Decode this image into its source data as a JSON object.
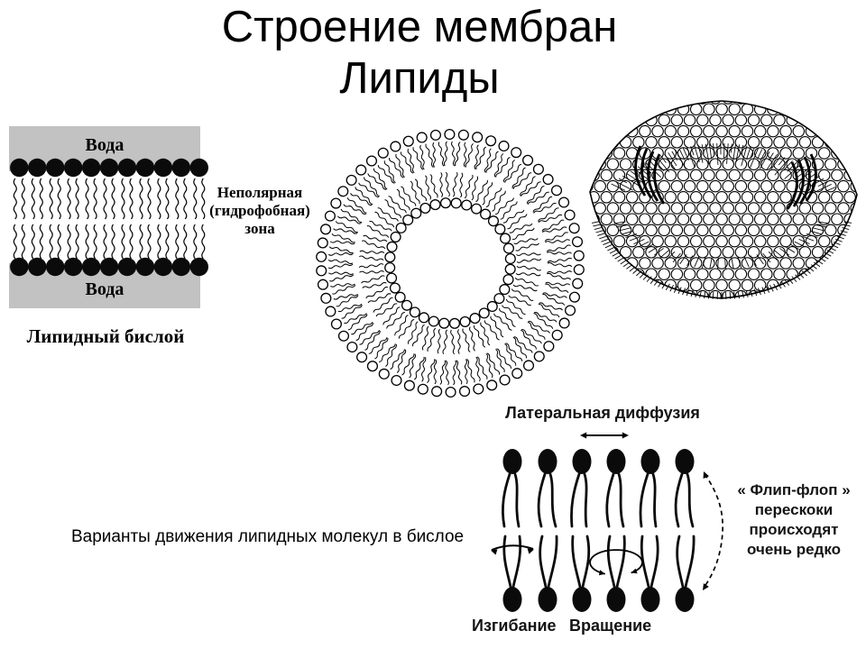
{
  "slide": {
    "title_line1": "Строение мембран",
    "title_line2": "Липиды",
    "background_color": "#ffffff",
    "ink_color": "#000000"
  },
  "bilayer_figure": {
    "water_label_top": "Вода",
    "water_label_bottom": "Вода",
    "zone_label": [
      "Неполярная",
      "(гидрофобная)",
      "зона"
    ],
    "caption": "Липидный бислой",
    "water_band_color": "#c2c2c2",
    "lipid_head_color": "#0b0b0b"
  },
  "movement_figure": {
    "caption": "Варианты движения липидных молекул в бислое",
    "lateral_diffusion_label": "Латеральная диффузия",
    "flip_flop_note": [
      "« Флип-флоп »",
      "перескоки",
      "происходят",
      "очень редко"
    ],
    "bending_label": "Изгибание",
    "rotation_label": "Вращение"
  }
}
